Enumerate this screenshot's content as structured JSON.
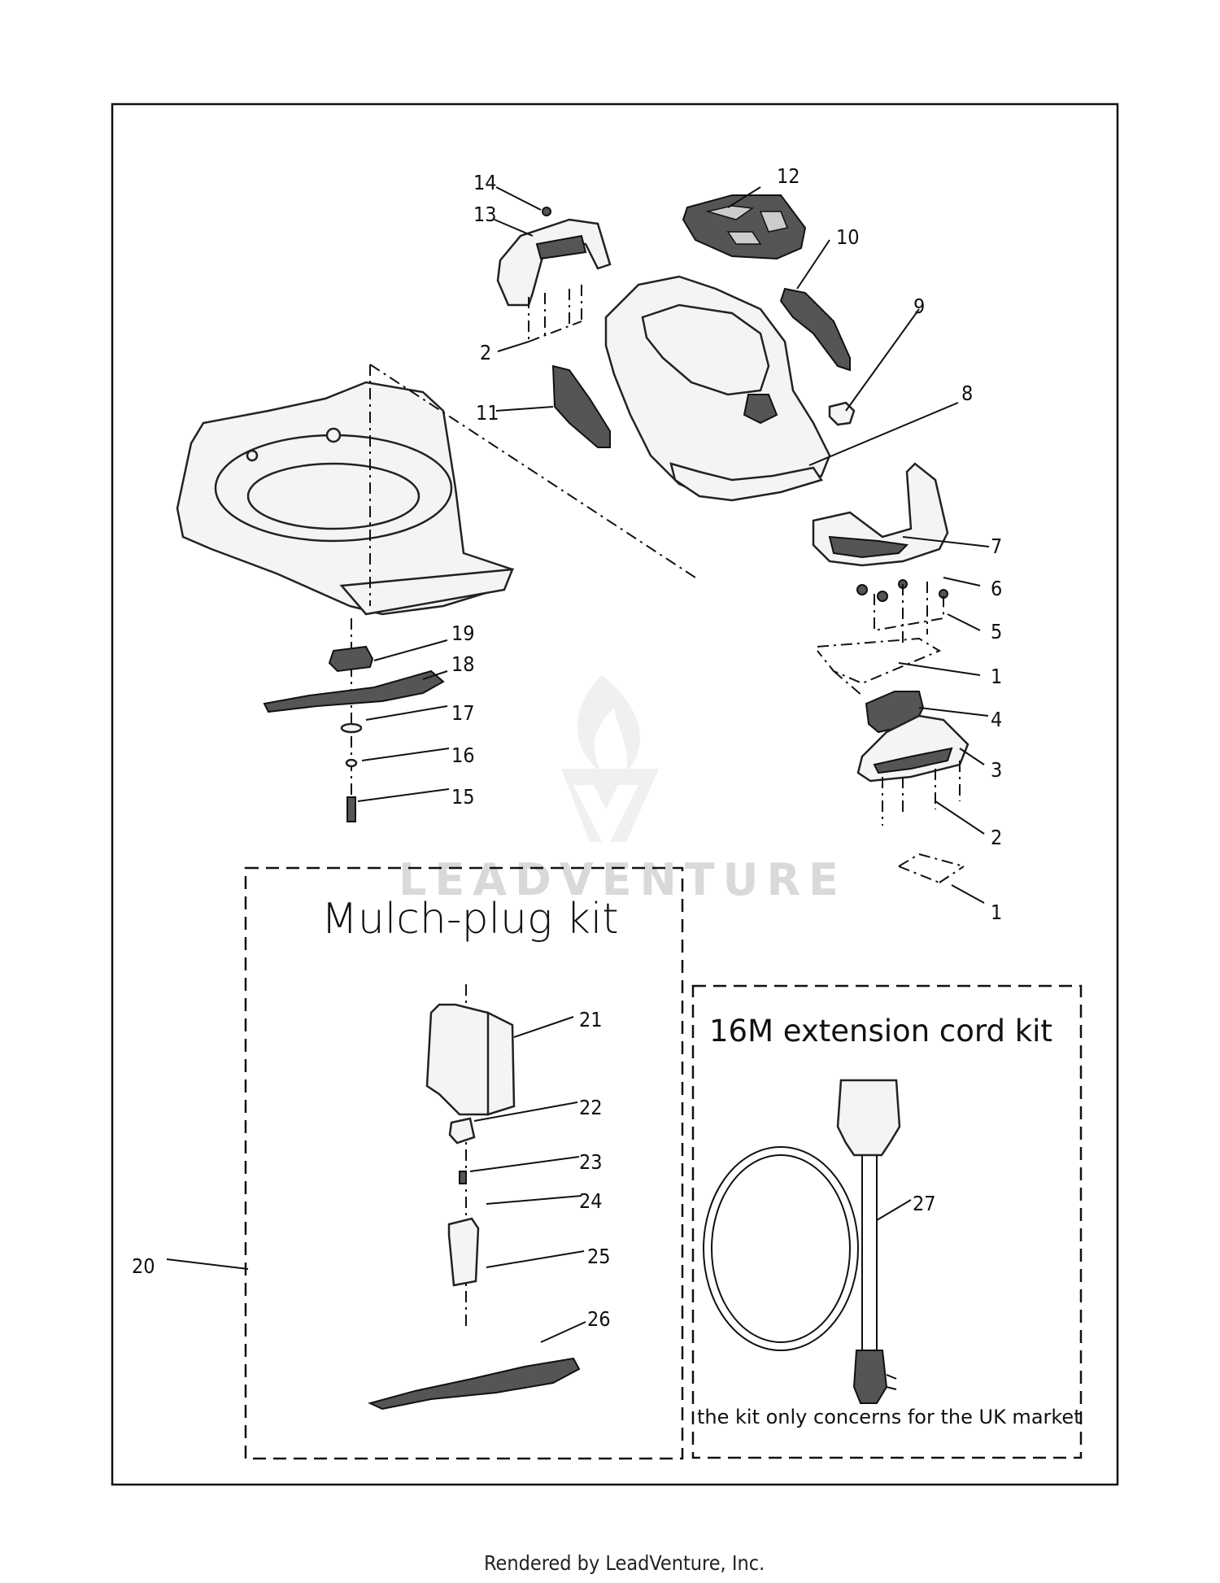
{
  "footer": {
    "rendered_by": "Rendered by LeadVenture, Inc."
  },
  "watermark": {
    "text": "LEADVENTURE"
  },
  "kits": {
    "mulch": {
      "title": "Mulch-plug kit"
    },
    "cord": {
      "title": "16M extension cord kit",
      "note": "the kit only concerns for the UK market"
    }
  },
  "callouts": {
    "c14": "14",
    "c13": "13",
    "c12": "12",
    "c10": "10",
    "c9": "9",
    "c2a": "2",
    "c11": "11",
    "c8": "8",
    "c7": "7",
    "c6": "6",
    "c5": "5",
    "c1a": "1",
    "c4": "4",
    "c3": "3",
    "c2b": "2",
    "c1b": "1",
    "c19": "19",
    "c18": "18",
    "c17": "17",
    "c16": "16",
    "c15": "15",
    "c20": "20",
    "c21": "21",
    "c22": "22",
    "c23": "23",
    "c24": "24",
    "c25": "25",
    "c26": "26",
    "c27": "27"
  }
}
